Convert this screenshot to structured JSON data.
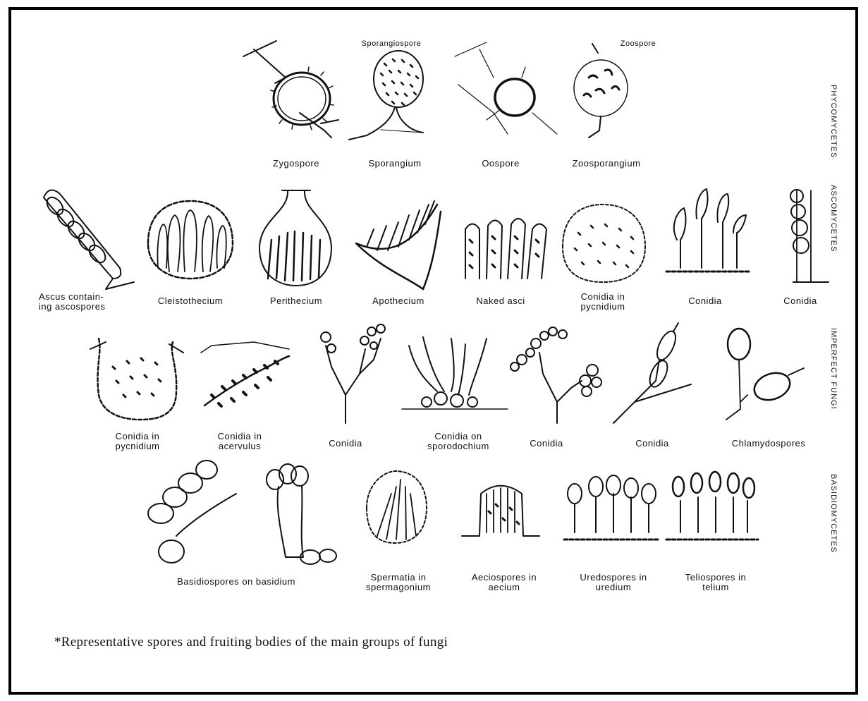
{
  "caption": "*Representative spores and fruiting bodies of the main groups of fungi",
  "row1": {
    "labels": [
      "Zygospore",
      "Sporangium",
      "Oospore",
      "Zoosporangium"
    ],
    "top_annotations": [
      "Sporangiospore",
      "Zoospore"
    ]
  },
  "row2": {
    "labels": [
      "Ascus contain-\ning ascospores",
      "Cleistothecium",
      "Perithecium",
      "Apothecium",
      "Naked asci",
      "Conidia in\npycnidium",
      "Conidia",
      "Conidia"
    ]
  },
  "row3": {
    "labels": [
      "Conidia in\npycnidium",
      "Conidia in\nacervulus",
      "Conidia",
      "Conidia on\nsporodochium",
      "Conidia",
      "Conidia",
      "Chlamydospores"
    ]
  },
  "row4": {
    "labels": [
      "Basidiospores on basidium",
      "Spermatia in\nspermagonium",
      "Aeciospores in\naecium",
      "Uredospores in\nuredium",
      "Teliospores in\ntelium"
    ]
  },
  "side_labels": [
    "PHYCOMYCETES",
    "ASCOMYCETES",
    "IMPERFECT FUNGI",
    "BASIDIOMYCETES"
  ],
  "ink_color": "#111111"
}
